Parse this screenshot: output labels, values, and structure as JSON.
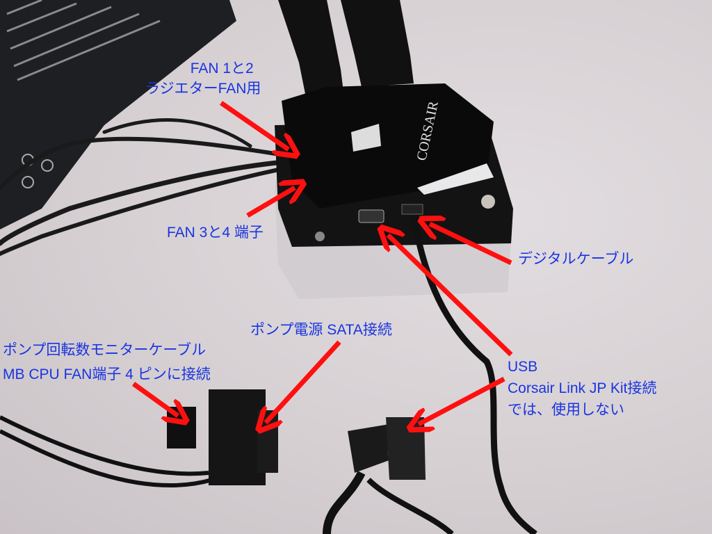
{
  "photo": {
    "brand_logo_text": "CORSAIR",
    "colors": {
      "label_text": "#1a34e0",
      "arrow": "#ff1010",
      "background": "#d8d2d4"
    }
  },
  "annotations": {
    "fan12": {
      "line1": "FAN 1と2",
      "line2": "ラジエターFAN用"
    },
    "fan34": {
      "line1": "FAN 3と4 端子"
    },
    "digital": {
      "line1": "デジタルケーブル"
    },
    "sata": {
      "line1": "ポンプ電源 SATA接続"
    },
    "monitor": {
      "line1": "ポンプ回転数モニターケーブル",
      "line2": "MB CPU FAN端子 4 ピンに接続"
    },
    "usb": {
      "line1": "USB",
      "line2": "Corsair Link JP Kit接続",
      "line3": "では、使用しない"
    }
  }
}
